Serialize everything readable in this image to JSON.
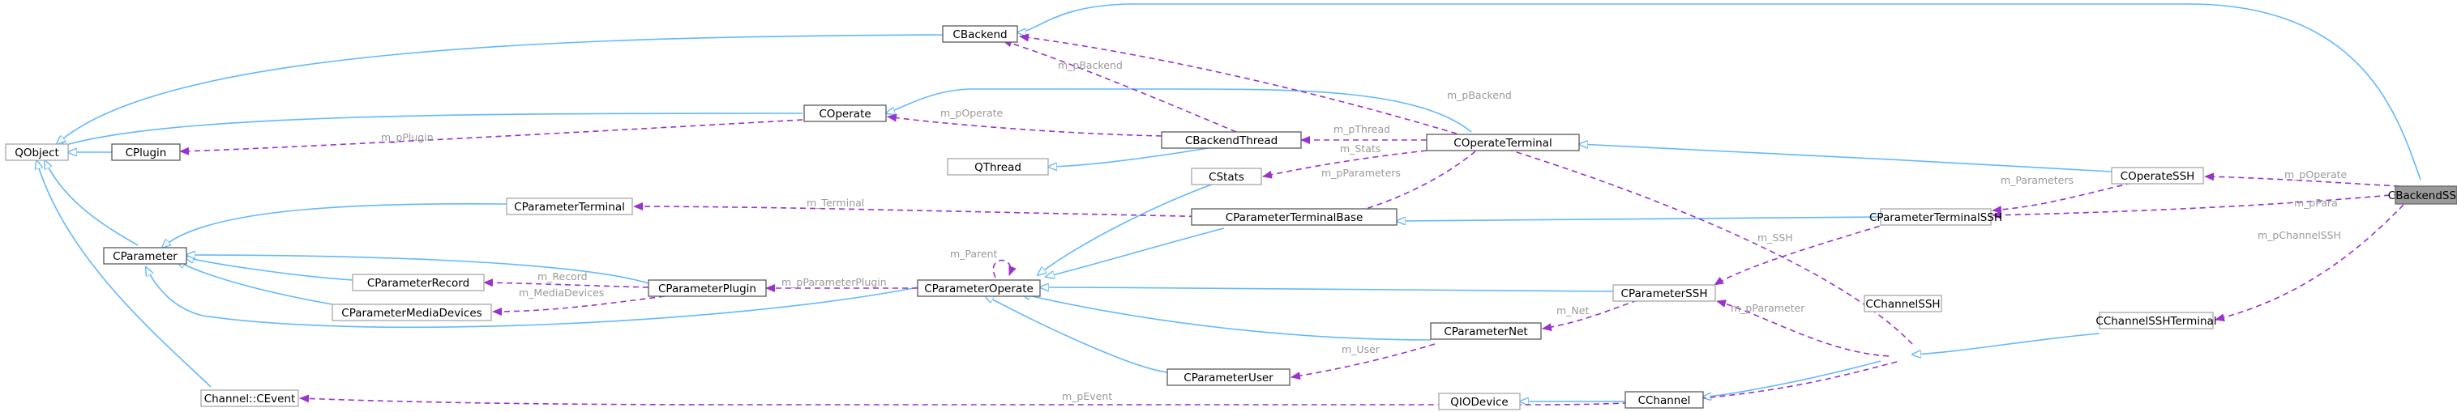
{
  "nodes": {
    "qobject": "QObject",
    "cbackend": "CBackend",
    "cplugin": "CPlugin",
    "coperate": "COperate",
    "cbackendthread": "CBackendThread",
    "qthread": "QThread",
    "cstats": "CStats",
    "coperateterminal": "COperateTerminal",
    "coperatessh": "COperateSSH",
    "cbackendssh": "CBackendSSH",
    "cparameterterminal": "CParameterTerminal",
    "cparameterterminalbase": "CParameterTerminalBase",
    "cparameterterminalssh": "CParameterTerminalSSH",
    "cparameter": "CParameter",
    "cparameterrecord": "CParameterRecord",
    "cparameterplugin": "CParameterPlugin",
    "cparameteroperate": "CParameterOperate",
    "cparameterssh": "CParameterSSH",
    "cchannelssh": "CChannelSSH",
    "cchannelsshterminal": "CChannelSSHTerminal",
    "cparametermediadevices": "CParameterMediaDevices",
    "cparameternet": "CParameterNet",
    "cparameteruser": "CParameterUser",
    "qiodevice": "QIODevice",
    "cchannel": "CChannel",
    "channelcevent": "Channel::CEvent"
  },
  "edge_labels": {
    "m_pbackend_thread": "m_pBackend",
    "m_pbackend_ssh": "m_pBackend",
    "m_pplugin": "m_pPlugin",
    "m_poperate": "m_pOperate",
    "m_pthread": "m_pThread",
    "m_stats": "m_Stats",
    "m_pparameters_terminal": "m_pParameters",
    "m_poperate_ssh": "m_pOperate",
    "m_parameters_ssh": "m_Parameters",
    "m_ppara": "m_pPara",
    "m_pchannelssh": "m_pChannelSSH",
    "m_terminal": "m_Terminal",
    "m_parent": "m_Parent",
    "m_record": "m_Record",
    "m_mediadevices": "m_MediaDevices",
    "m_pparameterplugin": "m_pParameterPlugin",
    "m_ssh": "m_SSH",
    "m_net": "m_Net",
    "m_pparameter": "m_pParameter",
    "m_user": "m_User",
    "m_pevent": "m_pEvent"
  },
  "legend_colors": {
    "inheritance": "#63b8ff",
    "usage": "#9a32cd",
    "focus_fill": "#999999"
  }
}
